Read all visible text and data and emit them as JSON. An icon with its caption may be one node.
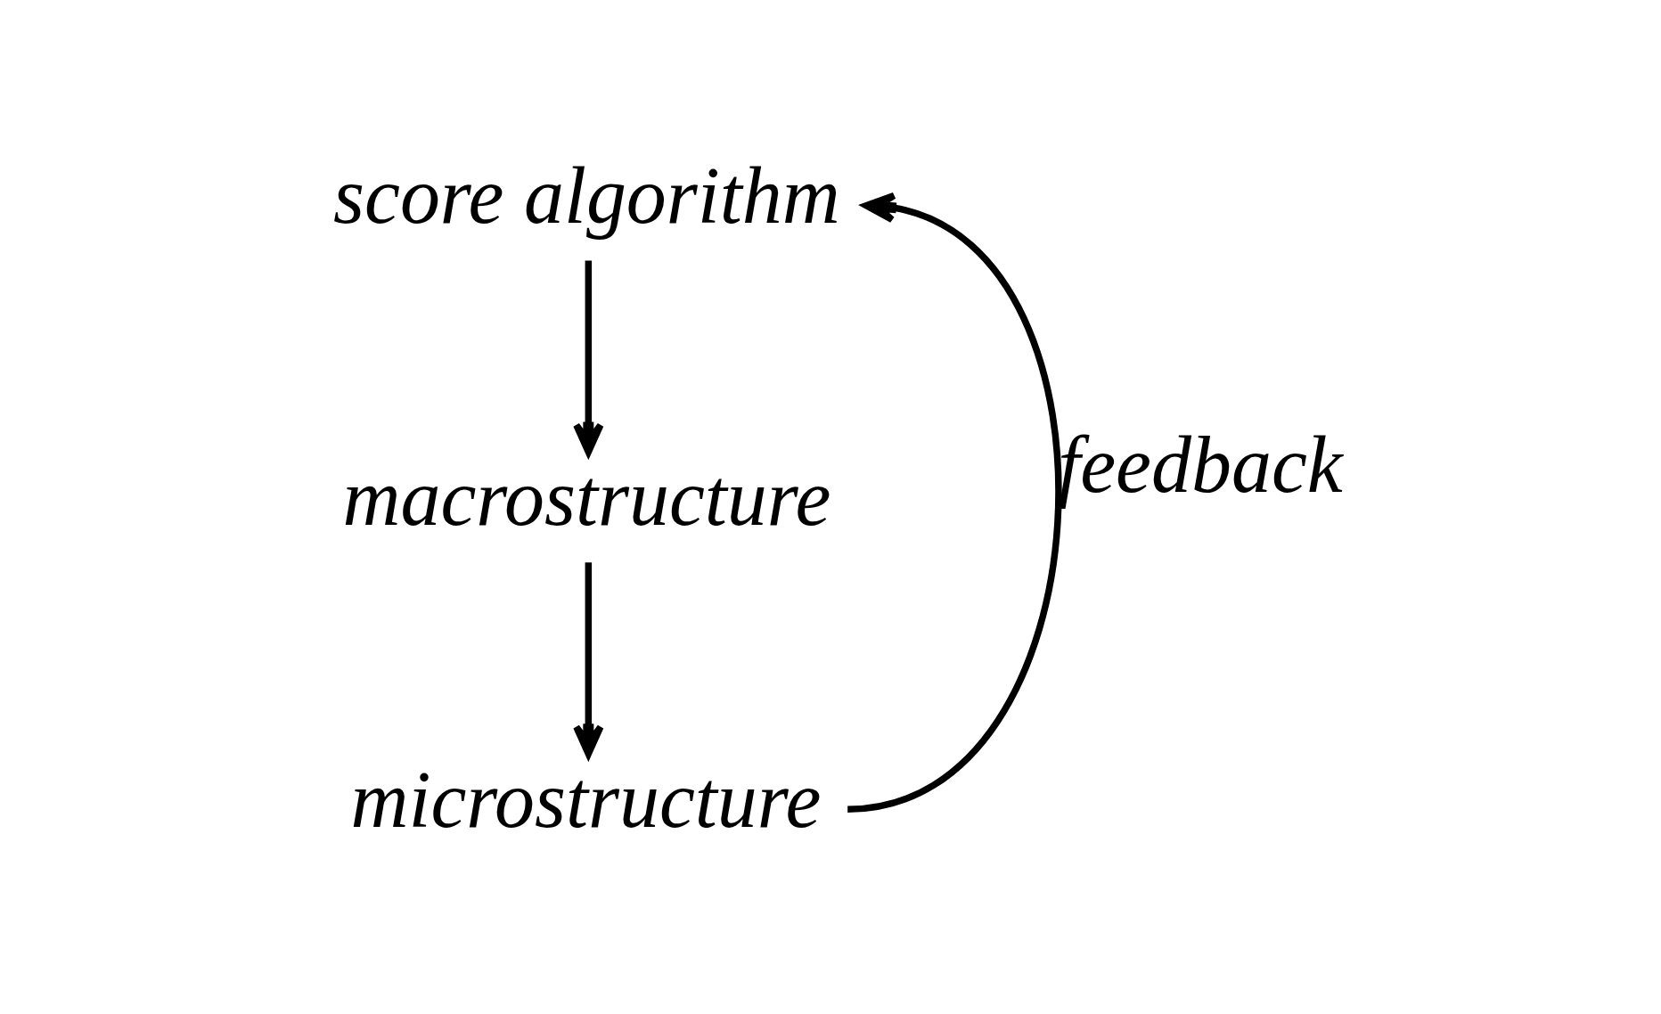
{
  "diagram": {
    "nodes": [
      {
        "text": [
          "score algorithm"
        ]
      },
      {
        "text": [
          "macrostructure"
        ]
      },
      {
        "text": [
          "microstructure"
        ]
      }
    ],
    "edges": [
      {
        "from": 0,
        "to": 1,
        "arrow": "to"
      },
      {
        "from": 1,
        "to": 2,
        "arrow": "to"
      },
      {
        "from": 2,
        "to": 0,
        "arrow": "to",
        "label": "feedback"
      }
    ]
  }
}
